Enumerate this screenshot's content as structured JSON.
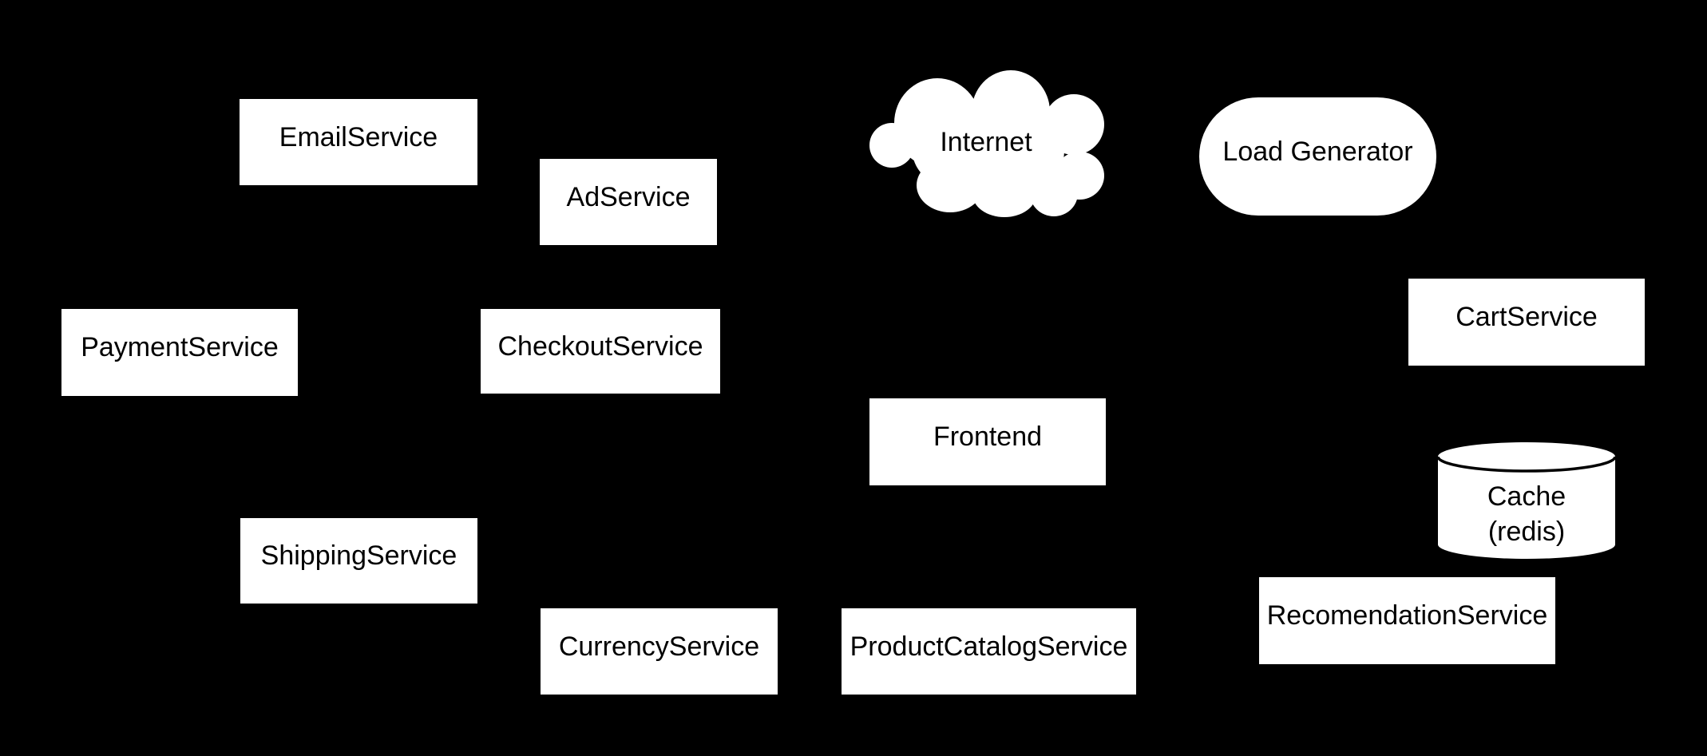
{
  "diagram": {
    "colors": {
      "background": "#000000",
      "node_fill": "#ffffff",
      "node_text": "#000000",
      "cylinder_rim": "#000000"
    },
    "nodes": {
      "email_service": {
        "label": "EmailService",
        "shape": "rectangle"
      },
      "ad_service": {
        "label": "AdService",
        "shape": "rectangle"
      },
      "internet": {
        "label": "Internet",
        "shape": "cloud"
      },
      "load_generator": {
        "label": "Load Generator",
        "shape": "stadium"
      },
      "payment_service": {
        "label": "PaymentService",
        "shape": "rectangle"
      },
      "checkout_service": {
        "label": "CheckoutService",
        "shape": "rectangle"
      },
      "cart_service": {
        "label": "CartService",
        "shape": "rectangle"
      },
      "frontend": {
        "label": "Frontend",
        "shape": "rectangle"
      },
      "cache": {
        "label_line1": "Cache",
        "label_line2": "(redis)",
        "shape": "cylinder"
      },
      "shipping_service": {
        "label": "ShippingService",
        "shape": "rectangle"
      },
      "currency_service": {
        "label": "CurrencyService",
        "shape": "rectangle"
      },
      "product_catalog_service": {
        "label": "ProductCatalogService",
        "shape": "rectangle"
      },
      "recommendation_service": {
        "label": "RecomendationService",
        "shape": "rectangle"
      }
    }
  }
}
